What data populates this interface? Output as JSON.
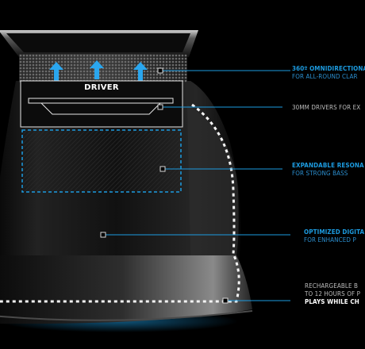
{
  "driver_label": "DRIVER",
  "callouts": [
    {
      "title": "360º OMNIDIRECTIONAL",
      "sub": "FOR ALL-ROUND CLAR"
    },
    {
      "sub": "30MM DRIVERS FOR EX"
    },
    {
      "title": "EXPANDABLE RESONA",
      "sub": "FOR STRONG BASS"
    },
    {
      "title": "OPTIMIZED DIGITA",
      "sub": "FOR ENHANCED P"
    },
    {
      "line1": "RECHARGEABLE B",
      "line2": "TO 12 HOURS OF P",
      "line3": "PLAYS WHILE CH"
    }
  ],
  "colors": {
    "accent": "#1c9be0",
    "background": "#000000",
    "body": "#141414"
  }
}
